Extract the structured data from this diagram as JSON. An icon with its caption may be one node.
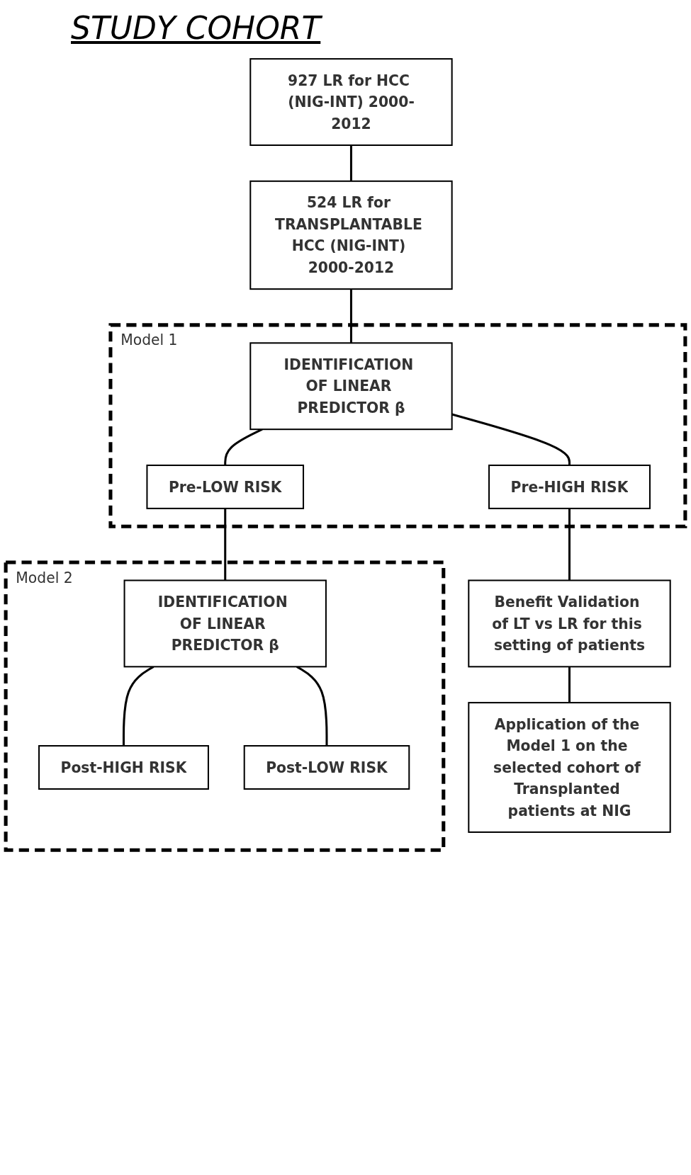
{
  "diagram": {
    "title": "STUDY COHORT",
    "nodes": [
      {
        "text": [
          "927 LR for HCC (NIG-INT) 2000-2012"
        ]
      },
      {
        "text": [
          "524 LR for TRANSPLANTABLE HCC (NIG-INT) 2000-2012"
        ]
      },
      {
        "text": [
          "Model 1"
        ]
      },
      {
        "text": [
          "IDENTIFICATION OF LINEAR PREDICTOR β"
        ],
        "in": 2
      },
      {
        "text": [
          "Pre-HIGH RISK"
        ],
        "in": 2
      },
      {
        "text": [
          "Pre-LOW RISK"
        ],
        "in": 2
      },
      {
        "text": [
          "Model 2"
        ]
      },
      {
        "text": [
          "IDENTIFICATION OF LINEAR PREDICTOR β"
        ],
        "in": 6
      },
      {
        "text": [
          "Post-HIGH RISK"
        ],
        "in": 6
      },
      {
        "text": [
          "Post-LOW RISK"
        ],
        "in": 6
      },
      {
        "text": [
          "Benefit Validation of LT vs LR for this setting of patients"
        ]
      },
      {
        "text": [
          "Application of the Model 1 on the selected cohort of Transplanted patients at NIG"
        ]
      }
    ],
    "edges": [
      {
        "from": 0,
        "to": 1,
        "arrow": "none"
      },
      {
        "from": 1,
        "to": 3,
        "arrow": "none"
      },
      {
        "from": 3,
        "to": 4,
        "arrow": "none"
      },
      {
        "from": 3,
        "to": 5,
        "arrow": "none"
      },
      {
        "from": 5,
        "to": 7,
        "arrow": "none"
      },
      {
        "from": 7,
        "to": 8,
        "arrow": "none"
      },
      {
        "from": 7,
        "to": 9,
        "arrow": "none"
      },
      {
        "from": 4,
        "to": 10,
        "arrow": "none"
      },
      {
        "from": 10,
        "to": 11,
        "arrow": "none"
      }
    ]
  }
}
